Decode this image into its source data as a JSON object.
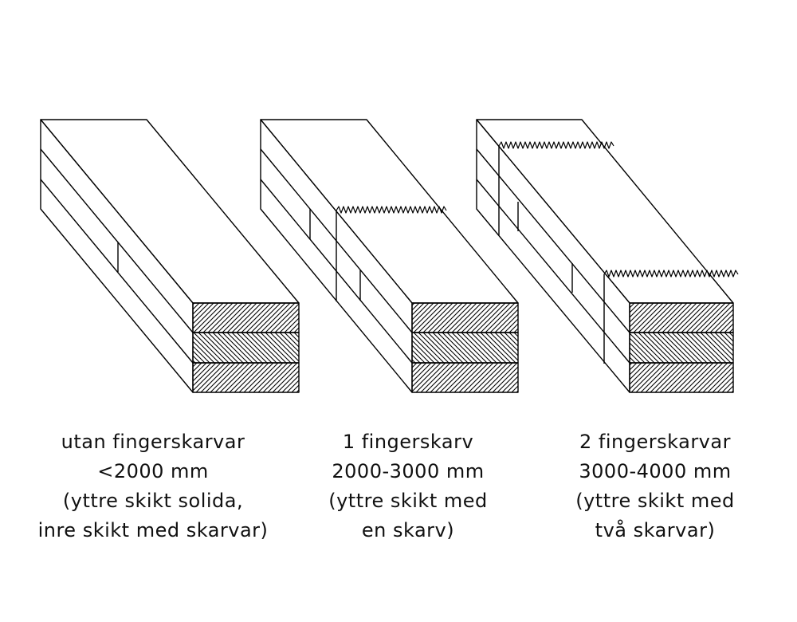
{
  "colors": {
    "stroke": "#000000",
    "background": "#ffffff"
  },
  "beams": [
    {
      "id": "beam-no-joint",
      "fingerjoints": 0,
      "caption": [
        "utan fingerskarvar",
        "<2000 mm",
        "(yttre skikt solida,",
        "inre skikt med skarvar)"
      ]
    },
    {
      "id": "beam-one-joint",
      "fingerjoints": 1,
      "caption": [
        "1 fingerskarv",
        "2000-3000 mm",
        "(yttre skikt med",
        "en skarv)"
      ]
    },
    {
      "id": "beam-two-joints",
      "fingerjoints": 2,
      "caption": [
        "2 fingerskarvar",
        "3000-4000 mm",
        "(yttre skikt med",
        "två skarvar)"
      ]
    }
  ]
}
